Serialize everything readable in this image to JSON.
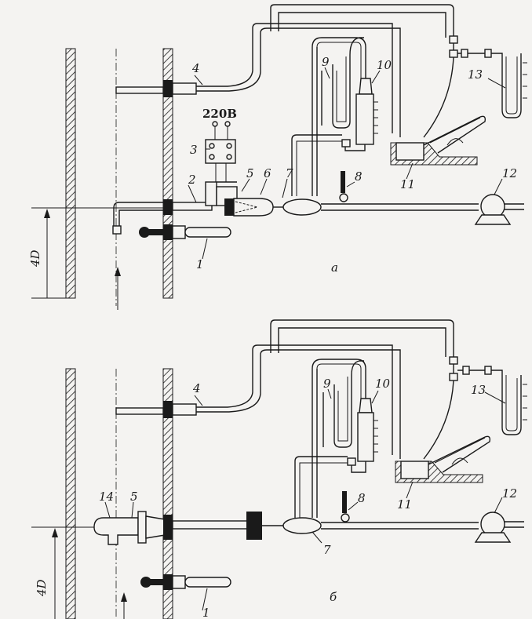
{
  "voltage": "220В",
  "panels": [
    {
      "caption": "а",
      "dimension": "4D",
      "labels": [
        "1",
        "2",
        "3",
        "4",
        "5",
        "6",
        "7",
        "8",
        "9",
        "10",
        "11",
        "12",
        "13"
      ]
    },
    {
      "caption": "б",
      "dimension": "4D",
      "labels": [
        "1",
        "4",
        "5",
        "7",
        "8",
        "9",
        "10",
        "11",
        "12",
        "13",
        "14"
      ]
    }
  ]
}
